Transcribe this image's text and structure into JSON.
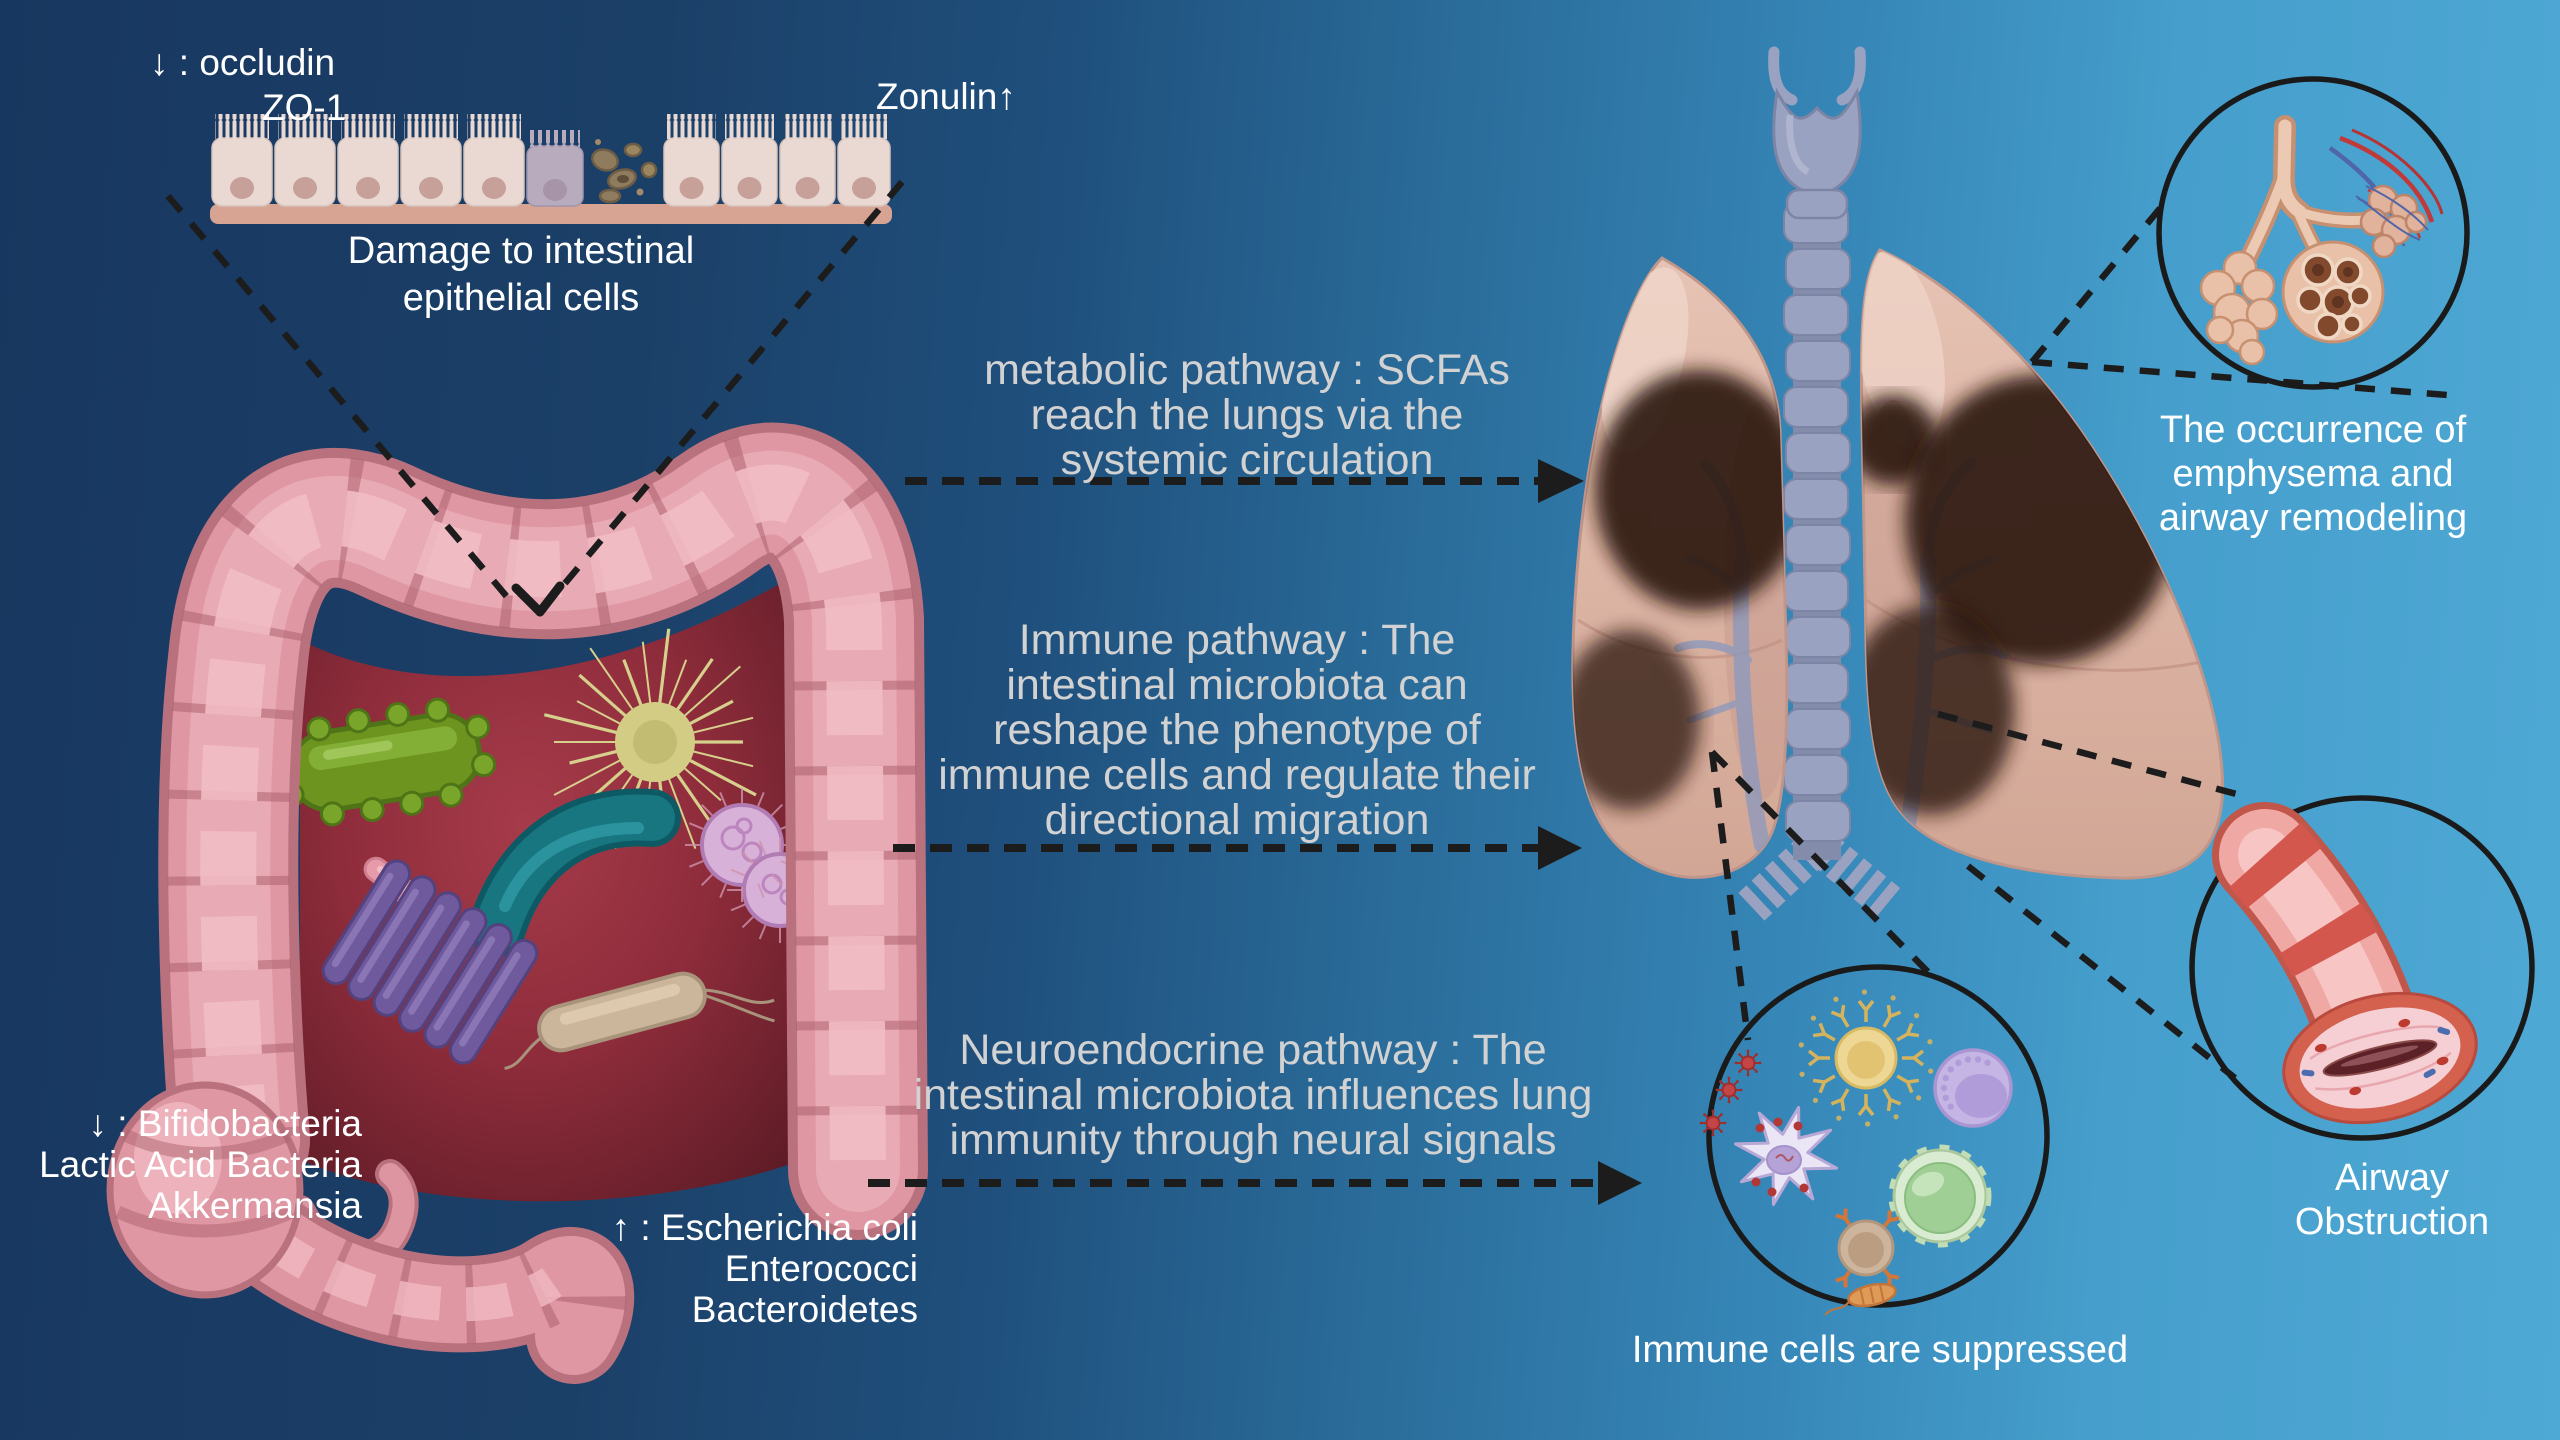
{
  "epithelium": {
    "decreased_proteins": [
      "↓ : occludin",
      "ZO-1"
    ],
    "zonulin": "Zonulin↑",
    "damage_caption": [
      "Damage to intestinal",
      "epithelial cells"
    ]
  },
  "microbiota_changes": {
    "decreased": [
      "↓ : Bifidobacteria",
      "Lactic Acid Bacteria",
      "Akkermansia"
    ],
    "increased": [
      "↑ : Escherichia coli",
      "Enterococci",
      "Bacteroidetes"
    ]
  },
  "pathways": {
    "metabolic": [
      "metabolic pathway : SCFAs",
      "reach the lungs via the",
      "systemic circulation"
    ],
    "immune": [
      "Immune pathway : The",
      "intestinal microbiota can",
      "reshape the phenotype of",
      "immune cells and regulate their",
      "directional migration"
    ],
    "neuroendocrine": [
      "Neuroendocrine pathway : The",
      "intestinal microbiota influences lung",
      "immunity through neural signals"
    ]
  },
  "lung_outcomes": {
    "emphysema": [
      "The occurrence of",
      "emphysema and",
      "airway remodeling"
    ],
    "airway_obstruction": [
      "Airway",
      "Obstruction"
    ],
    "immune_suppression": "Immune cells are suppressed"
  },
  "colors": {
    "background_left": "#183760",
    "background_right": "#4fa9d5",
    "pathway_text": "#d2d2d2",
    "label_text": "#ffffff",
    "arrow_dash": "#1c1c1c",
    "colon_wall": "#de97a3",
    "colon_lumen": "#8e2c3b",
    "lung_tissue": "#d9b2a4",
    "trachea": "#9aa2c1",
    "damage_patch": "#2a1408"
  }
}
